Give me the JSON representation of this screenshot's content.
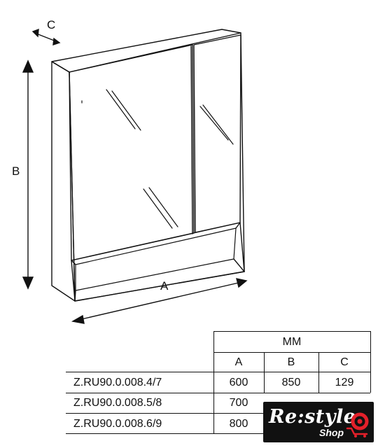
{
  "dimension_labels": {
    "width": "A",
    "height": "B",
    "depth": "C"
  },
  "table": {
    "unit_header": "MM",
    "columns": [
      "A",
      "B",
      "C"
    ],
    "rows": [
      {
        "model": "Z.RU90.0.008.4/7",
        "A": "600",
        "B": "850",
        "C": "129"
      },
      {
        "model": "Z.RU90.0.008.5/8",
        "A": "700",
        "B": "",
        "C": ""
      },
      {
        "model": "Z.RU90.0.008.6/9",
        "A": "800",
        "B": "",
        "C": ""
      }
    ]
  },
  "logo": {
    "brand": "Re:style",
    "sub": "Shop",
    "cart_icon": "shopping-cart-icon"
  },
  "colors": {
    "line": "#111111",
    "logo_bg": "#111111",
    "logo_accent": "#e4202a"
  }
}
